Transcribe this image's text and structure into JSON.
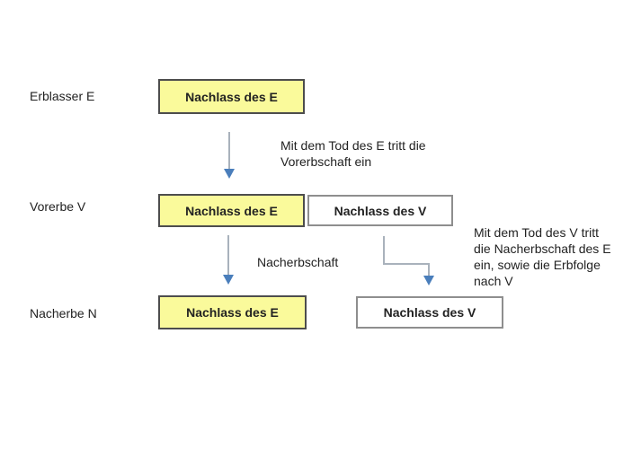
{
  "diagram": {
    "rows": [
      {
        "label": "Erblasser E",
        "box_e": "Nachlass des E"
      },
      {
        "label": "Vorerbe V",
        "box_e": "Nachlass des E",
        "box_v": "Nachlass des V"
      },
      {
        "label": "Nacherbe N",
        "box_e": "Nachlass des E",
        "box_v": "Nachlass des V"
      }
    ],
    "annotations": {
      "vorerbschaft_note": "Mit dem Tod des E tritt die\nVorerbschaft ein",
      "nacherbschaft_label": "Nacherbschaft",
      "nacherbschaft_note": "Mit dem Tod des V tritt\ndie Nacherbschaft des E\nein, sowie die Erbfolge\nnach V"
    }
  },
  "colors": {
    "box-fill": "#FAFA9B",
    "box-border-dark": "#4D4D4D",
    "box-border-gray": "#8E8E8E",
    "arrow-shaft": "#A9B2BC",
    "arrow-head": "#4A7EBB",
    "text": "#222222"
  }
}
